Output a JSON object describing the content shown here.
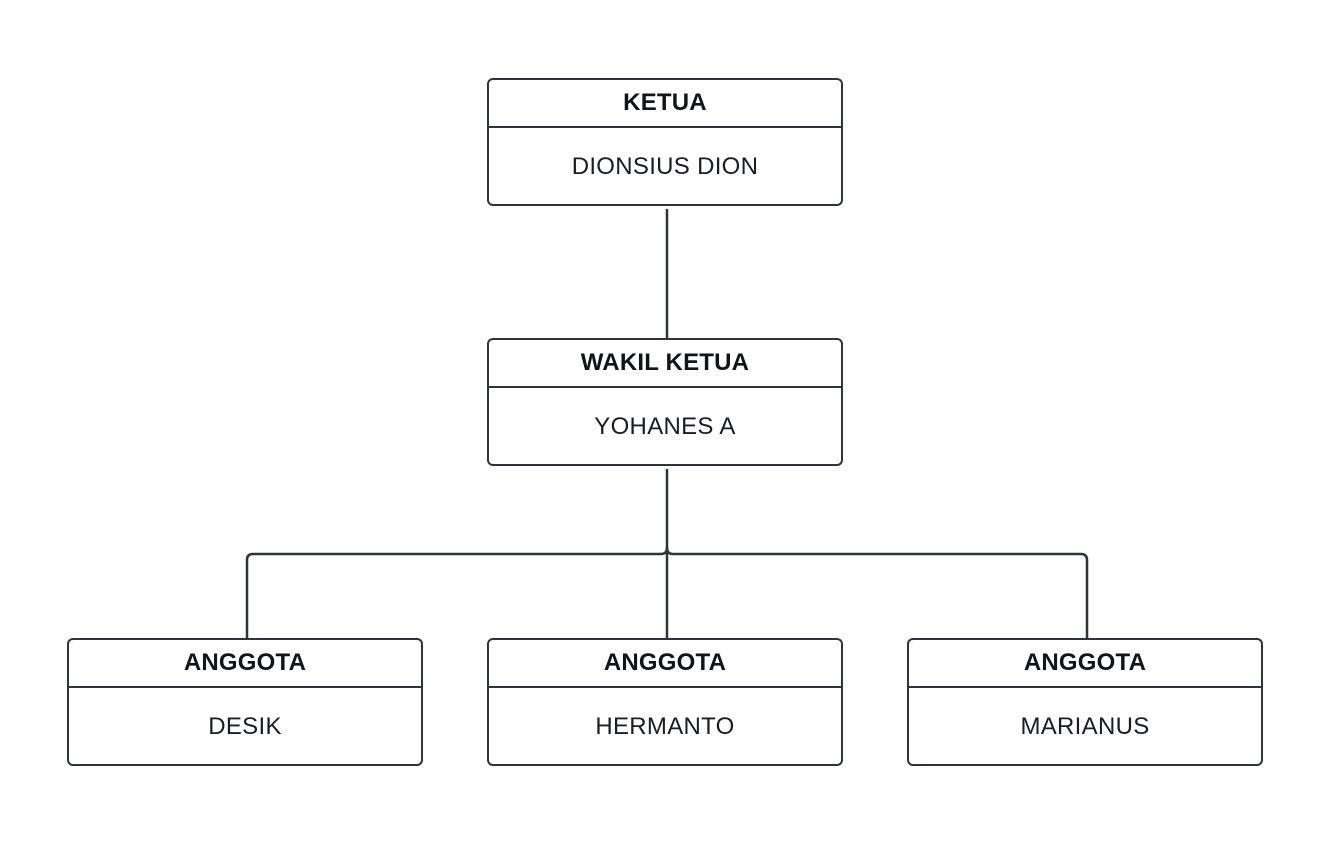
{
  "org_chart": {
    "ketua": {
      "role": "KETUA",
      "name": "DIONSIUS DION"
    },
    "wakil_ketua": {
      "role": "WAKIL KETUA",
      "name": "YOHANES A"
    },
    "anggota": [
      {
        "role": "ANGGOTA",
        "name": "DESIK"
      },
      {
        "role": "ANGGOTA",
        "name": "HERMANTO"
      },
      {
        "role": "ANGGOTA",
        "name": "MARIANUS"
      }
    ]
  },
  "colors": {
    "line": "#2f343b",
    "background": "#ffffff",
    "text": "#111418"
  }
}
